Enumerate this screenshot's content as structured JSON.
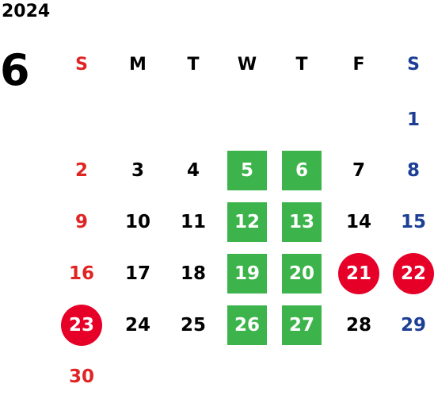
{
  "year": "2024",
  "month": "6",
  "colors": {
    "sunday": "#e02424",
    "saturday": "#1c3f95",
    "weekday": "#000000",
    "green_highlight": "#3cb44b",
    "red_highlight": "#e60028"
  },
  "weekdays": [
    "S",
    "M",
    "T",
    "W",
    "T",
    "F",
    "S"
  ],
  "days": [
    {
      "day": "1",
      "col": 6,
      "row": 0,
      "style": "normal"
    },
    {
      "day": "2",
      "col": 0,
      "row": 1,
      "style": "normal"
    },
    {
      "day": "3",
      "col": 1,
      "row": 1,
      "style": "normal"
    },
    {
      "day": "4",
      "col": 2,
      "row": 1,
      "style": "normal"
    },
    {
      "day": "5",
      "col": 3,
      "row": 1,
      "style": "green"
    },
    {
      "day": "6",
      "col": 4,
      "row": 1,
      "style": "green"
    },
    {
      "day": "7",
      "col": 5,
      "row": 1,
      "style": "normal"
    },
    {
      "day": "8",
      "col": 6,
      "row": 1,
      "style": "normal"
    },
    {
      "day": "9",
      "col": 0,
      "row": 2,
      "style": "normal"
    },
    {
      "day": "10",
      "col": 1,
      "row": 2,
      "style": "normal"
    },
    {
      "day": "11",
      "col": 2,
      "row": 2,
      "style": "normal"
    },
    {
      "day": "12",
      "col": 3,
      "row": 2,
      "style": "green"
    },
    {
      "day": "13",
      "col": 4,
      "row": 2,
      "style": "green"
    },
    {
      "day": "14",
      "col": 5,
      "row": 2,
      "style": "normal"
    },
    {
      "day": "15",
      "col": 6,
      "row": 2,
      "style": "normal"
    },
    {
      "day": "16",
      "col": 0,
      "row": 3,
      "style": "normal"
    },
    {
      "day": "17",
      "col": 1,
      "row": 3,
      "style": "normal"
    },
    {
      "day": "18",
      "col": 2,
      "row": 3,
      "style": "normal"
    },
    {
      "day": "19",
      "col": 3,
      "row": 3,
      "style": "green"
    },
    {
      "day": "20",
      "col": 4,
      "row": 3,
      "style": "green"
    },
    {
      "day": "21",
      "col": 5,
      "row": 3,
      "style": "red"
    },
    {
      "day": "22",
      "col": 6,
      "row": 3,
      "style": "red"
    },
    {
      "day": "23",
      "col": 0,
      "row": 4,
      "style": "red"
    },
    {
      "day": "24",
      "col": 1,
      "row": 4,
      "style": "normal"
    },
    {
      "day": "25",
      "col": 2,
      "row": 4,
      "style": "normal"
    },
    {
      "day": "26",
      "col": 3,
      "row": 4,
      "style": "green"
    },
    {
      "day": "27",
      "col": 4,
      "row": 4,
      "style": "green"
    },
    {
      "day": "28",
      "col": 5,
      "row": 4,
      "style": "normal"
    },
    {
      "day": "29",
      "col": 6,
      "row": 4,
      "style": "normal"
    },
    {
      "day": "30",
      "col": 0,
      "row": 5,
      "style": "normal"
    }
  ]
}
